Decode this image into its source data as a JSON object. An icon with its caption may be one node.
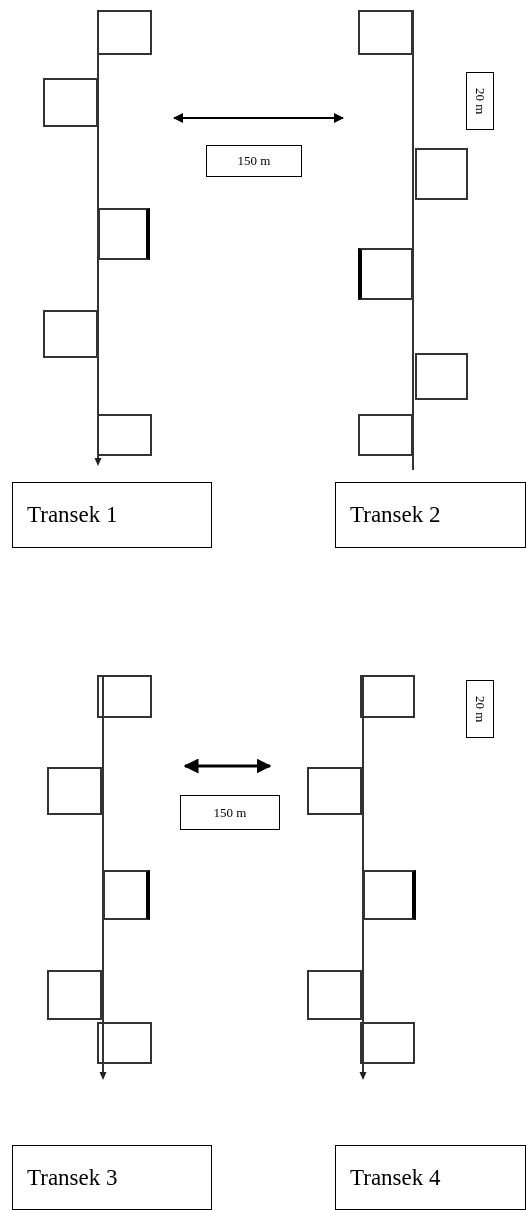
{
  "diagram": {
    "nodes": [
      {
        "text": [],
        "shape": "bar"
      },
      {
        "text": [],
        "shape": "box"
      },
      {
        "text": [],
        "shape": "box"
      },
      {
        "text": [],
        "shape": "box"
      },
      {
        "text": [],
        "shape": "box"
      },
      {
        "text": [],
        "shape": "box"
      },
      {
        "text": [
          "150 m"
        ]
      },
      {
        "text": [],
        "shape": "bar"
      },
      {
        "text": [],
        "shape": "box"
      },
      {
        "text": [],
        "shape": "box"
      },
      {
        "text": [],
        "shape": "box"
      },
      {
        "text": [],
        "shape": "box"
      },
      {
        "text": [],
        "shape": "box"
      },
      {
        "text": [
          "20 m"
        ]
      },
      {
        "text": [
          "Transek 1"
        ]
      },
      {
        "text": [
          "Transek 2"
        ]
      },
      {
        "text": [],
        "shape": "bar"
      },
      {
        "text": [],
        "shape": "box"
      },
      {
        "text": [],
        "shape": "box"
      },
      {
        "text": [],
        "shape": "box"
      },
      {
        "text": [],
        "shape": "box"
      },
      {
        "text": [],
        "shape": "box"
      },
      {
        "text": [
          "150 m"
        ]
      },
      {
        "text": [],
        "shape": "bar"
      },
      {
        "text": [],
        "shape": "box"
      },
      {
        "text": [],
        "shape": "box"
      },
      {
        "text": [],
        "shape": "box"
      },
      {
        "text": [],
        "shape": "box"
      },
      {
        "text": [],
        "shape": "box"
      },
      {
        "text": [
          "20 m"
        ]
      },
      {
        "text": [
          "Transek 3"
        ]
      },
      {
        "text": [
          "Transek 4"
        ]
      }
    ],
    "edges": []
  }
}
